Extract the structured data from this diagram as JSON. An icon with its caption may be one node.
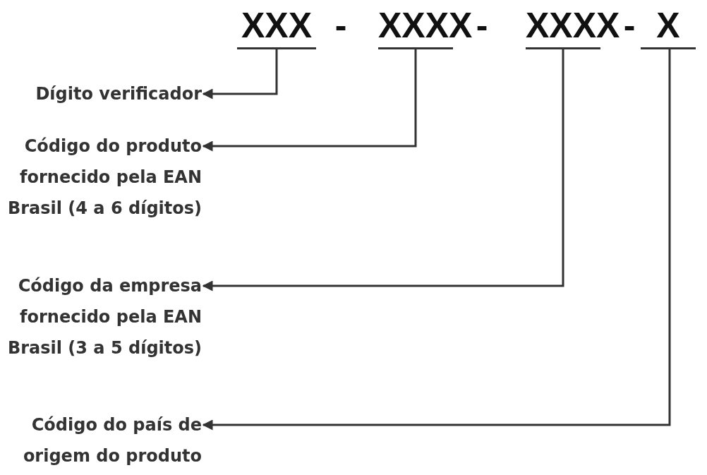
{
  "diagram": {
    "nodes": [
      {
        "text": [
          "XXX"
        ]
      },
      {
        "text": [
          "XXXX"
        ]
      },
      {
        "text": [
          "XXXX"
        ]
      },
      {
        "text": [
          "X"
        ]
      },
      {
        "text": [
          "Dígito verificador"
        ]
      },
      {
        "text": [
          "Código do produto fornecido pela EAN Brasil (4 a 6 dígitos)"
        ]
      },
      {
        "text": [
          "Código da empresa fornecido pela EAN Brasil (3 a 5 dígitos)"
        ]
      },
      {
        "text": [
          "Código do país de origem do produto"
        ]
      }
    ],
    "edges": [
      {
        "from": 0,
        "to": 4,
        "arrow": "to"
      },
      {
        "from": 1,
        "to": 5,
        "arrow": "to"
      },
      {
        "from": 2,
        "to": 6,
        "arrow": "to"
      },
      {
        "from": 3,
        "to": 7,
        "arrow": "to"
      }
    ],
    "labels": [
      "-",
      "-",
      "-"
    ]
  }
}
